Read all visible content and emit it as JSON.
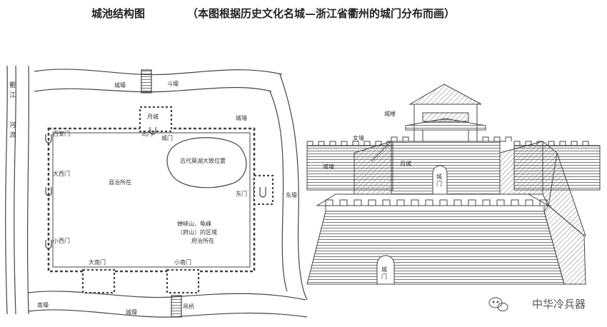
{
  "title": "城池结构图",
  "subtitle": "（本图根据历史文化名城—浙江省衢州的城门分布而画）",
  "watermark": "中华冷兵器",
  "plan": {
    "qujiang": "衢江",
    "heliu": "河流",
    "chengqiang_top_left": "城壕",
    "douqiao": "斗壕",
    "yuecheng": "月城",
    "chengqiang": "城墙",
    "xianmen": "西安门",
    "beimen": "北门",
    "chengmen": "城门",
    "lake": "古代莫湖大致位置",
    "daximen": "大西门",
    "xianzhi": "县治所在",
    "dongmen": "东门",
    "donghao": "东壕",
    "fuzhi_line1": "婵峡山、龟峰",
    "fuzhi_line2": "（府山）的区域",
    "fuzhi_line3": "府治所在",
    "xiaoximen": "小西门",
    "danannmen": "大南门",
    "xiaonanmen": "小南门",
    "nanhao": "南壕",
    "chengqiang_bottom": "城壕",
    "diaoqiao": "吊桥"
  },
  "section": {
    "chenglou": "城楼",
    "wenqiang": "女墙",
    "chengqiang": "城墙",
    "yuecheng": "月城",
    "chengmen_top": "城门",
    "chengmen_bottom": "城门"
  }
}
